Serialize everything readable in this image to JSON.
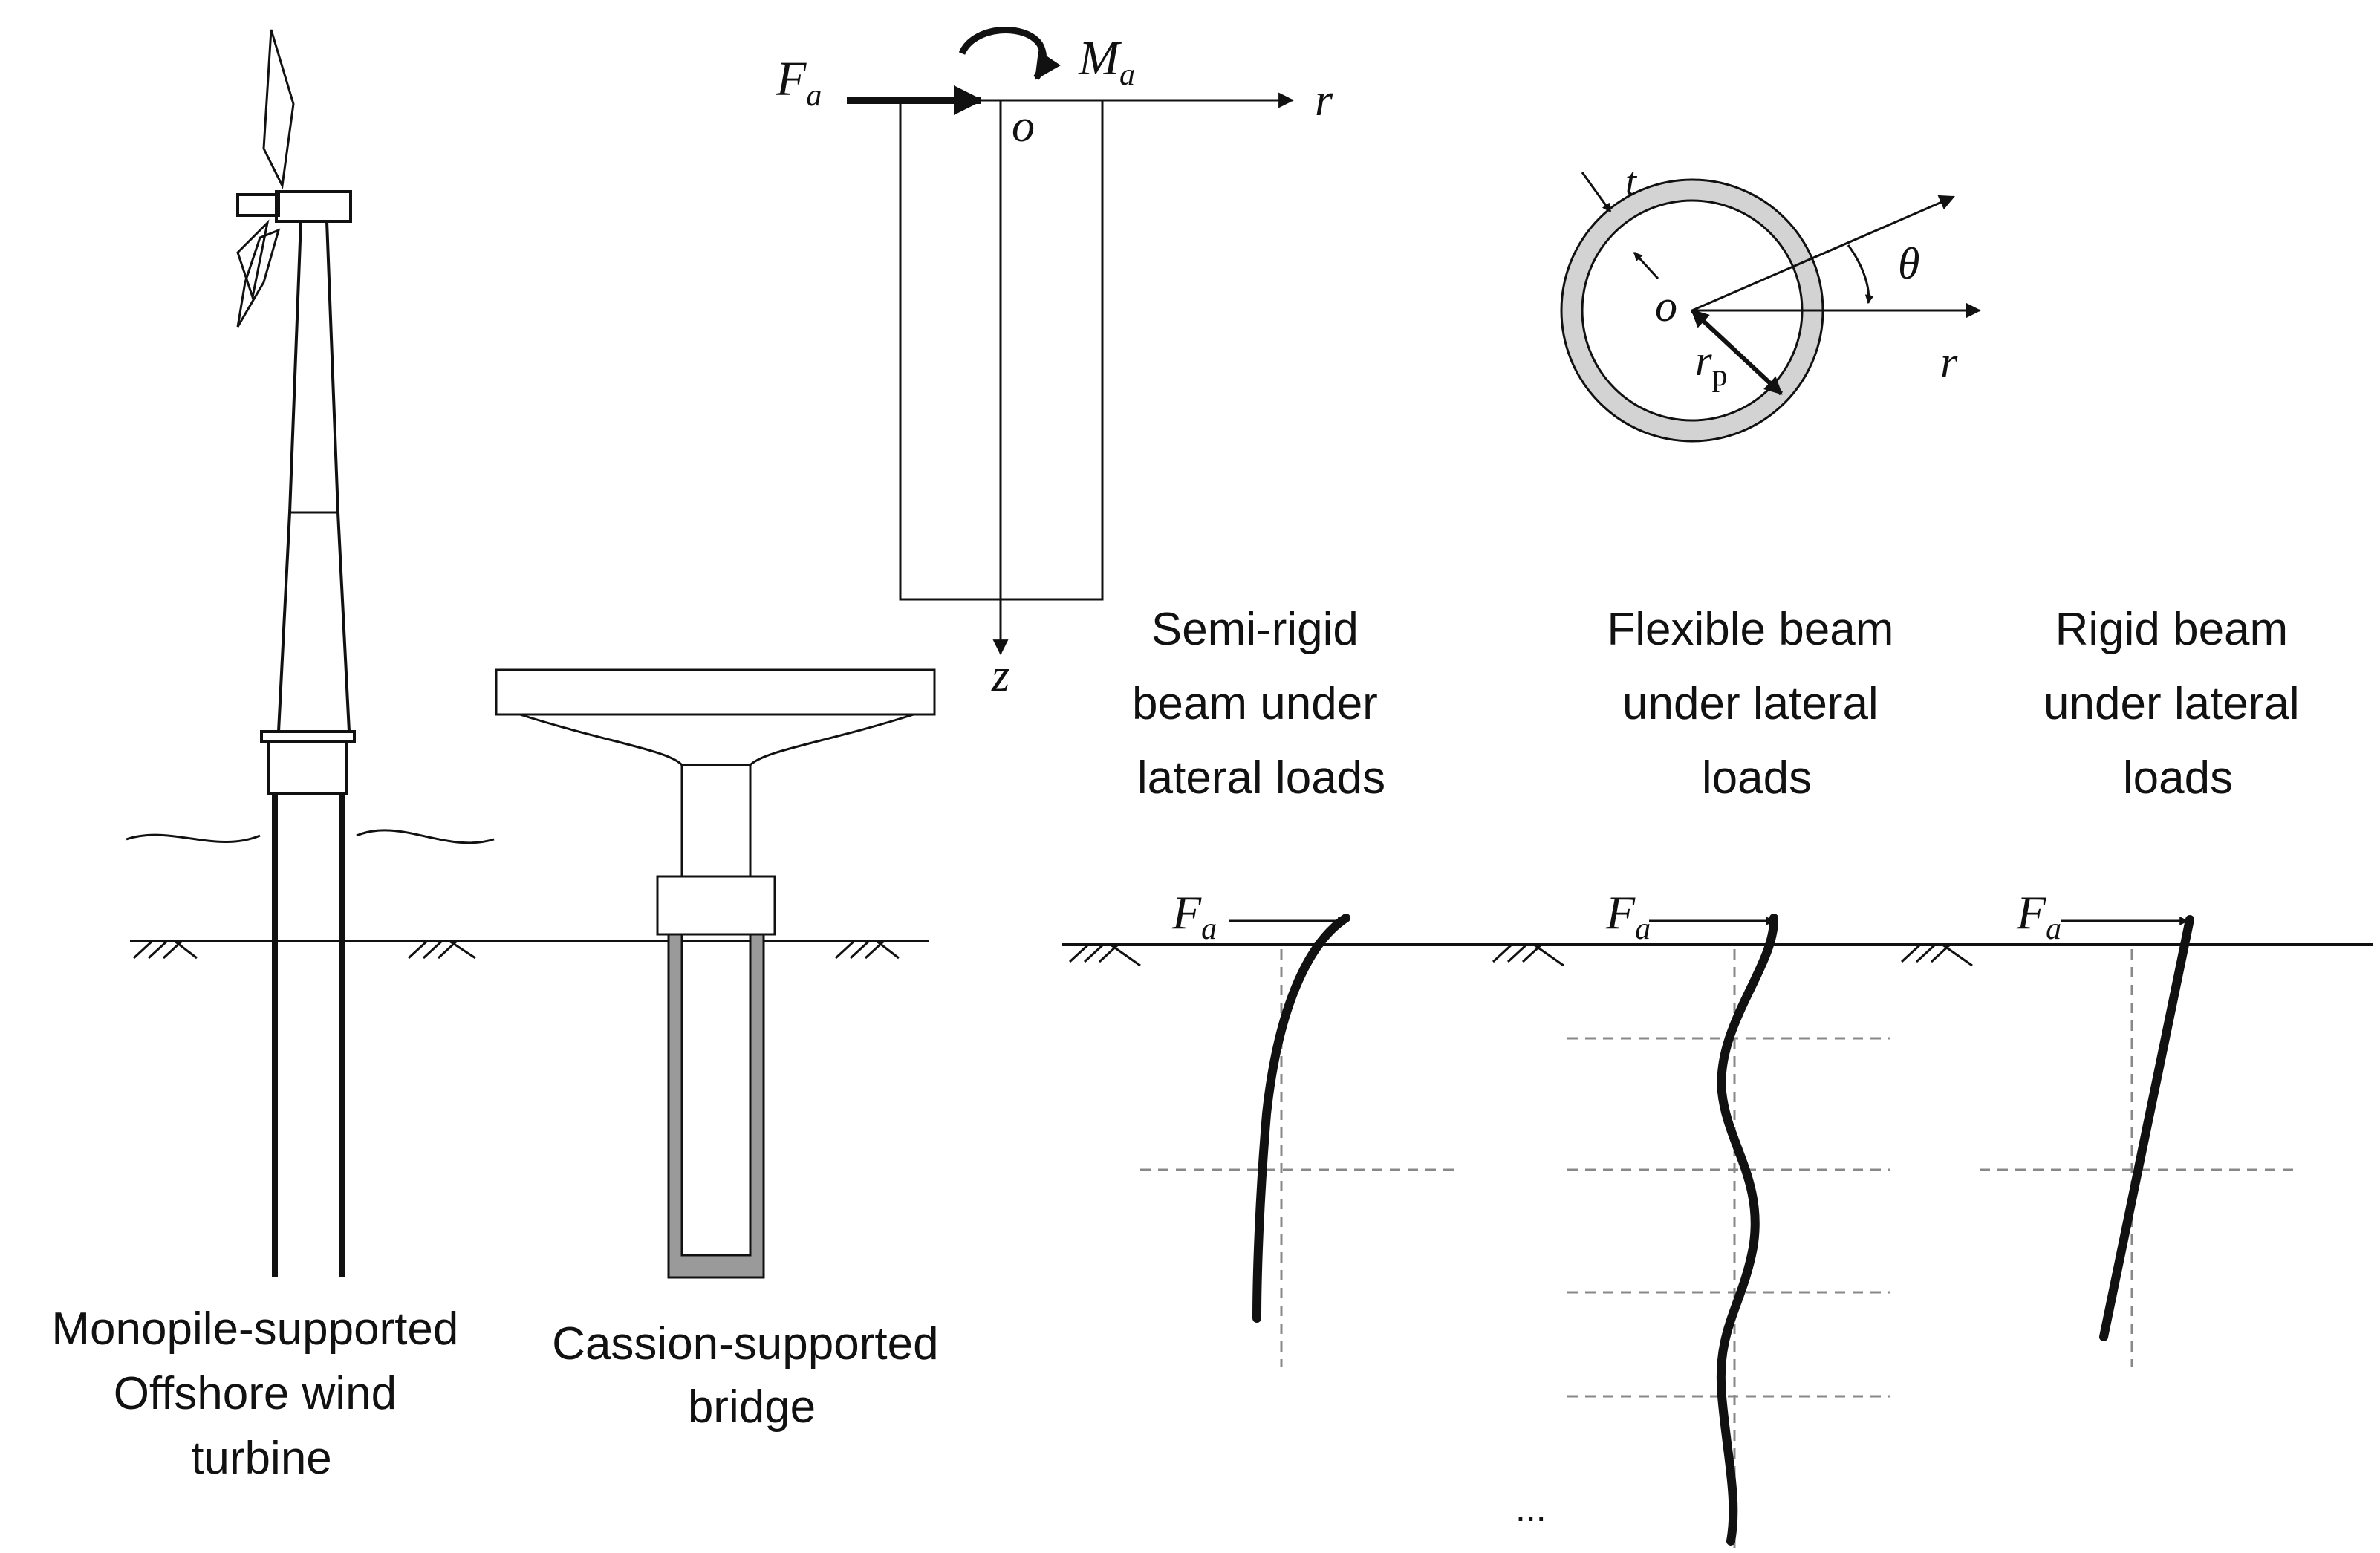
{
  "captions": {
    "wind_turbine": [
      "Monopile-supported",
      "Offshore wind",
      "turbine"
    ],
    "bridge": [
      "Cassion-supported",
      "bridge"
    ],
    "semi_rigid": [
      "Semi-rigid",
      "beam under",
      "lateral loads"
    ],
    "flexible": [
      "Flexible beam",
      "under lateral",
      "loads"
    ],
    "rigid": [
      "Rigid beam",
      "under lateral",
      "loads"
    ]
  },
  "symbols": {
    "force": "F",
    "force_sub": "a",
    "moment": "M",
    "moment_sub": "a",
    "origin": "o",
    "radial_axis": "r",
    "depth_axis": "z",
    "thickness": "t",
    "angle": "θ",
    "pile_radius": "r",
    "pile_radius_sub": "p",
    "ellipsis": "..."
  }
}
